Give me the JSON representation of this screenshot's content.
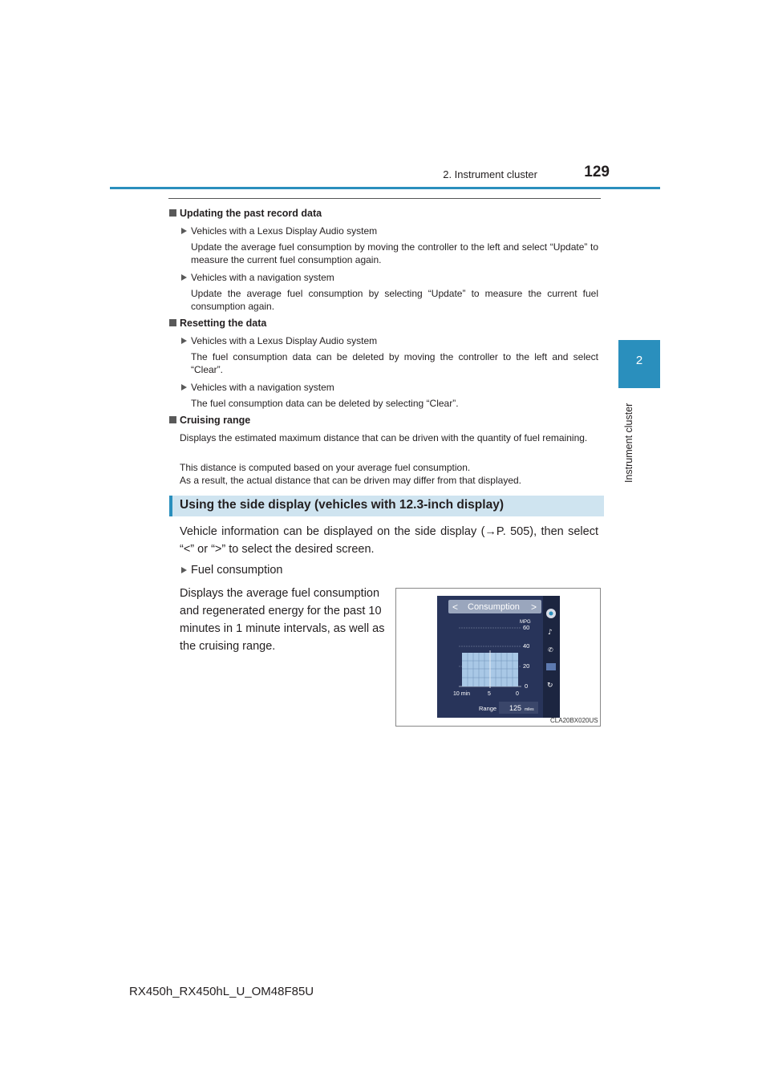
{
  "header": {
    "section": "2. Instrument cluster",
    "page_number": "129",
    "chapter_tab": "2",
    "chapter_label": "Instrument cluster"
  },
  "sections": {
    "updating": {
      "heading": "Updating the past record data",
      "b1": "Vehicles with a Lexus Display Audio system",
      "b1_text": "Update the average fuel consumption by moving the controller to the left and select “Update” to measure the current fuel consumption again.",
      "b2": "Vehicles with a navigation system",
      "b2_text": "Update the average fuel consumption by selecting “Update” to measure the current fuel consumption again."
    },
    "resetting": {
      "heading": "Resetting the data",
      "b1": "Vehicles with a Lexus Display Audio system",
      "b1_text": "The fuel consumption data can be deleted by moving the controller to the left and select “Clear”.",
      "b2": "Vehicles with a navigation system",
      "b2_text": "The fuel consumption data can be deleted by selecting “Clear”."
    },
    "cruising": {
      "heading": "Cruising range",
      "p1": "Displays the estimated maximum distance that can be driven with the quantity of fuel remaining.",
      "p2": "This distance is computed based on your average fuel consumption.",
      "p3": "As a result, the actual distance that can be driven may differ from that displayed."
    }
  },
  "side_display": {
    "banner": "Using the side display (vehicles with 12.3-inch display)",
    "intro": "Vehicle information can be displayed on the side display (→P. 505), then select “<” or “>” to select the desired screen.",
    "item": "Fuel consumption",
    "item_text": "Displays the average fuel consumption and regenerated energy for the past 10 minutes in 1 minute intervals, as well as the cruising range."
  },
  "screen": {
    "title": "Consumption",
    "prev": "<",
    "next": ">",
    "unit": "MPG",
    "ticks": [
      "60",
      "40",
      "20",
      "0"
    ],
    "x_labels": [
      "10 min",
      "5",
      "0"
    ],
    "range_label": "Range",
    "range_value": "125",
    "range_unit": "miles",
    "image_code": "CLA20BX020US",
    "colors": {
      "screen_bg": "#1c2540",
      "bars": "#a9c8e6",
      "accent": "#2a8fbd"
    }
  },
  "footer": "RX450h_RX450hL_U_OM48F85U"
}
